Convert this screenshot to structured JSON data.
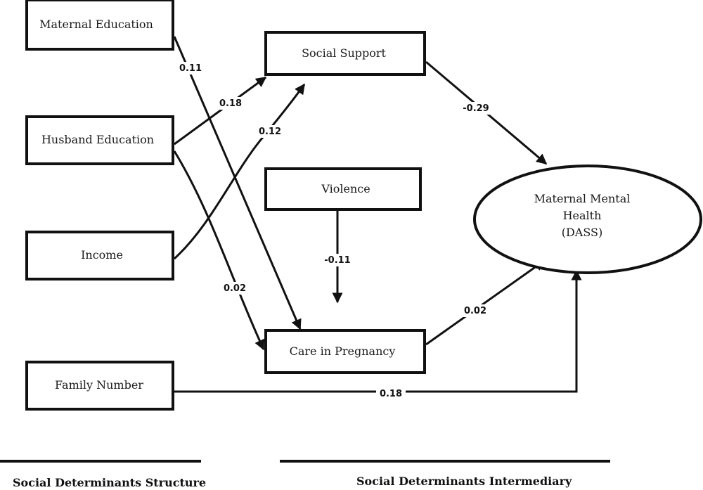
{
  "nodes": {
    "maternal_education": "Maternal Education",
    "husband_education": "Husband Education",
    "income": "Income",
    "family_number": "Family Number",
    "social_support": "Social Support",
    "violence": "Violence",
    "care_in_pregnancy": "Care in Pregnancy",
    "maternal_mental_health": [
      "Maternal Mental",
      "Health",
      "(DASS)"
    ]
  },
  "edges": [
    {
      "from": "maternal_education",
      "to": "care_in_pregnancy",
      "coef": "0.11"
    },
    {
      "from": "husband_education",
      "to": "social_support",
      "coef": "0.18"
    },
    {
      "from": "income",
      "to": "social_support",
      "coef": "0.12"
    },
    {
      "from": "husband_education",
      "to": "care_in_pregnancy",
      "coef": "0.02"
    },
    {
      "from": "violence",
      "to": "care_in_pregnancy",
      "coef": "-0.11"
    },
    {
      "from": "social_support",
      "to": "maternal_mental_health",
      "coef": "-0.29"
    },
    {
      "from": "care_in_pregnancy",
      "to": "maternal_mental_health",
      "coef": "0.02"
    },
    {
      "from": "family_number",
      "to": "maternal_mental_health",
      "coef": "0.18"
    }
  ],
  "groups": {
    "structure": "Social Determinants Structure",
    "intermediary": "Social Determinants Intermediary"
  }
}
